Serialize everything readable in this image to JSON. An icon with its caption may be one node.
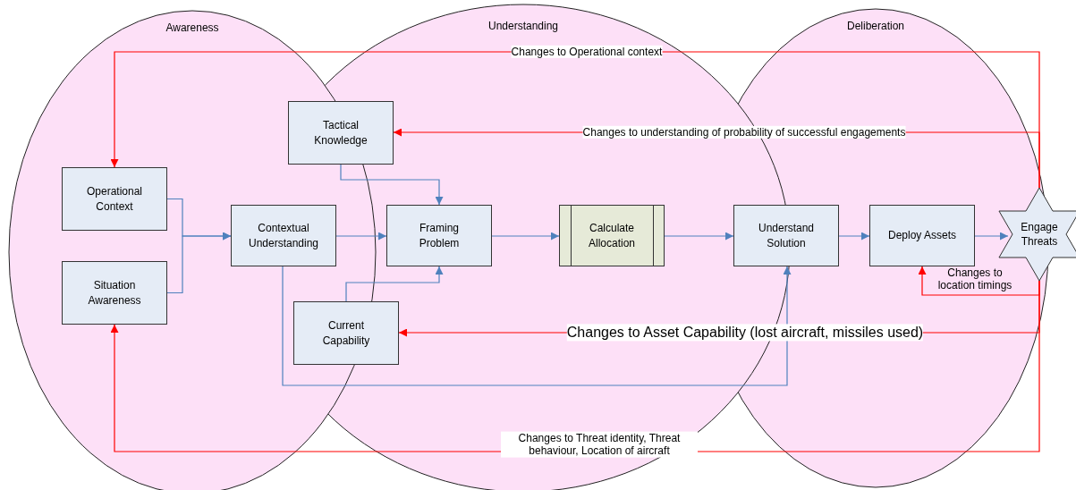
{
  "diagram": {
    "nodes": [
      {
        "text": [
          "Awareness"
        ]
      },
      {
        "text": [
          "Understanding"
        ]
      },
      {
        "text": [
          "Deliberation"
        ]
      },
      {
        "text": [
          "Operational Context"
        ],
        "in": 0
      },
      {
        "text": [
          "Situation Awareness"
        ],
        "in": 0
      },
      {
        "text": [
          "Tactical Knowledge"
        ],
        "in": 1
      },
      {
        "text": [
          "Contextual Understanding"
        ],
        "in": 0
      },
      {
        "text": [
          "Framing Problem"
        ],
        "in": 1
      },
      {
        "text": [
          "Calculate Allocation"
        ],
        "in": 1
      },
      {
        "text": [
          "Current Capability"
        ],
        "in": 1
      },
      {
        "text": [
          "Understand Solution"
        ],
        "in": 2
      },
      {
        "text": [
          "Deploy Assets"
        ],
        "in": 2
      },
      {
        "text": [
          "Engage Threats"
        ]
      }
    ],
    "edges": [
      {
        "from": 3,
        "to": 6,
        "arrow": "to"
      },
      {
        "from": 4,
        "to": 6,
        "arrow": "to"
      },
      {
        "from": 6,
        "to": 7,
        "arrow": "to"
      },
      {
        "from": 5,
        "to": 7,
        "arrow": "to"
      },
      {
        "from": 9,
        "to": 7,
        "arrow": "to"
      },
      {
        "from": 7,
        "to": 8,
        "arrow": "to"
      },
      {
        "from": 8,
        "to": 10,
        "arrow": "to"
      },
      {
        "from": 10,
        "to": 11,
        "arrow": "to"
      },
      {
        "from": 11,
        "to": 12,
        "arrow": "to"
      },
      {
        "from": 6,
        "to": 10,
        "arrow": "to"
      },
      {
        "from": 12,
        "to": 3,
        "arrow": "to",
        "label": "Changes to Operational context",
        "color": "#ff0000"
      },
      {
        "from": 12,
        "to": 5,
        "arrow": "to",
        "label": "Changes to understanding of probability of successful engagements",
        "color": "#ff0000"
      },
      {
        "from": 12,
        "to": 11,
        "arrow": "to",
        "label": "Changes to location timings",
        "color": "#ff0000"
      },
      {
        "from": 12,
        "to": 9,
        "arrow": "to",
        "label": "Changes to Asset Capability (lost aircraft, missiles used)",
        "color": "#ff0000"
      },
      {
        "from": 12,
        "to": 4,
        "arrow": "to",
        "label": "Changes to Threat identity, Threat behaviour, Location of aircraft",
        "color": "#ff0000"
      }
    ]
  }
}
